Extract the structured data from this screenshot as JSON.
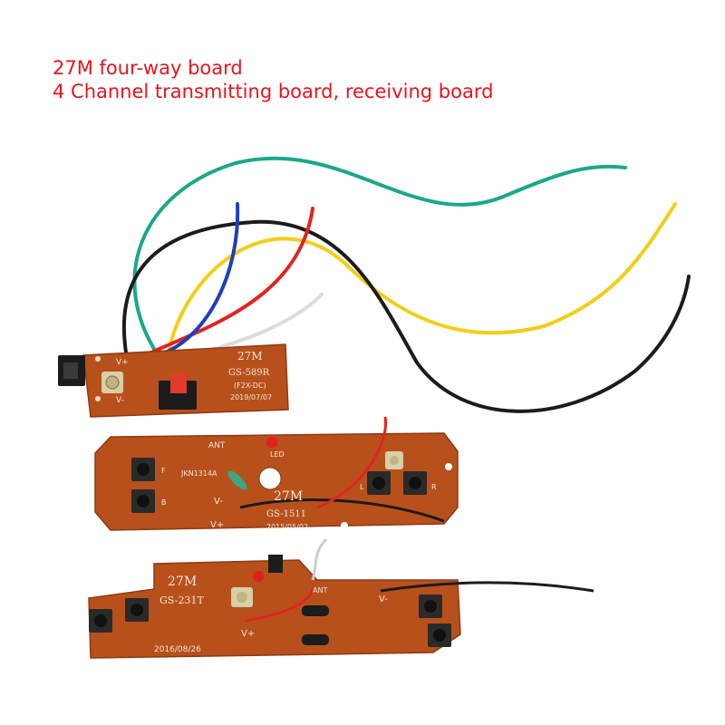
{
  "caption": {
    "line1": "27M four-way board",
    "line2": "4 Channel transmitting board, receiving board"
  },
  "board_receiver": {
    "model": "27M",
    "part": "GS-589R",
    "sub": "(F2X-DC)",
    "date": "2019/07/07",
    "v_plus": "V+",
    "v_minus": "V-"
  },
  "board_transmitter_4ch": {
    "ant": "ANT",
    "led": "LED",
    "code": "JKN1314A",
    "model": "27M",
    "part": "GS-1511",
    "date": "2015/05/02",
    "v_minus": "V-",
    "v_plus": "V+",
    "key_f": "F",
    "key_b": "B",
    "key_l": "L",
    "key_r": "R"
  },
  "board_transmitter_2ch": {
    "model": "27M",
    "part": "GS-231T",
    "date": "2016/08/26",
    "v_plus": "V+",
    "v_minus": "V-",
    "ant": "ANT"
  },
  "colors": {
    "caption": "#e8141c",
    "pcb": "#b8501c",
    "wire_green": "#1aa889",
    "wire_yellow": "#f2cf17",
    "wire_black": "#1c1c1c",
    "wire_red": "#e02420",
    "wire_blue": "#1f3fb8",
    "wire_white": "#e6e6e6"
  }
}
